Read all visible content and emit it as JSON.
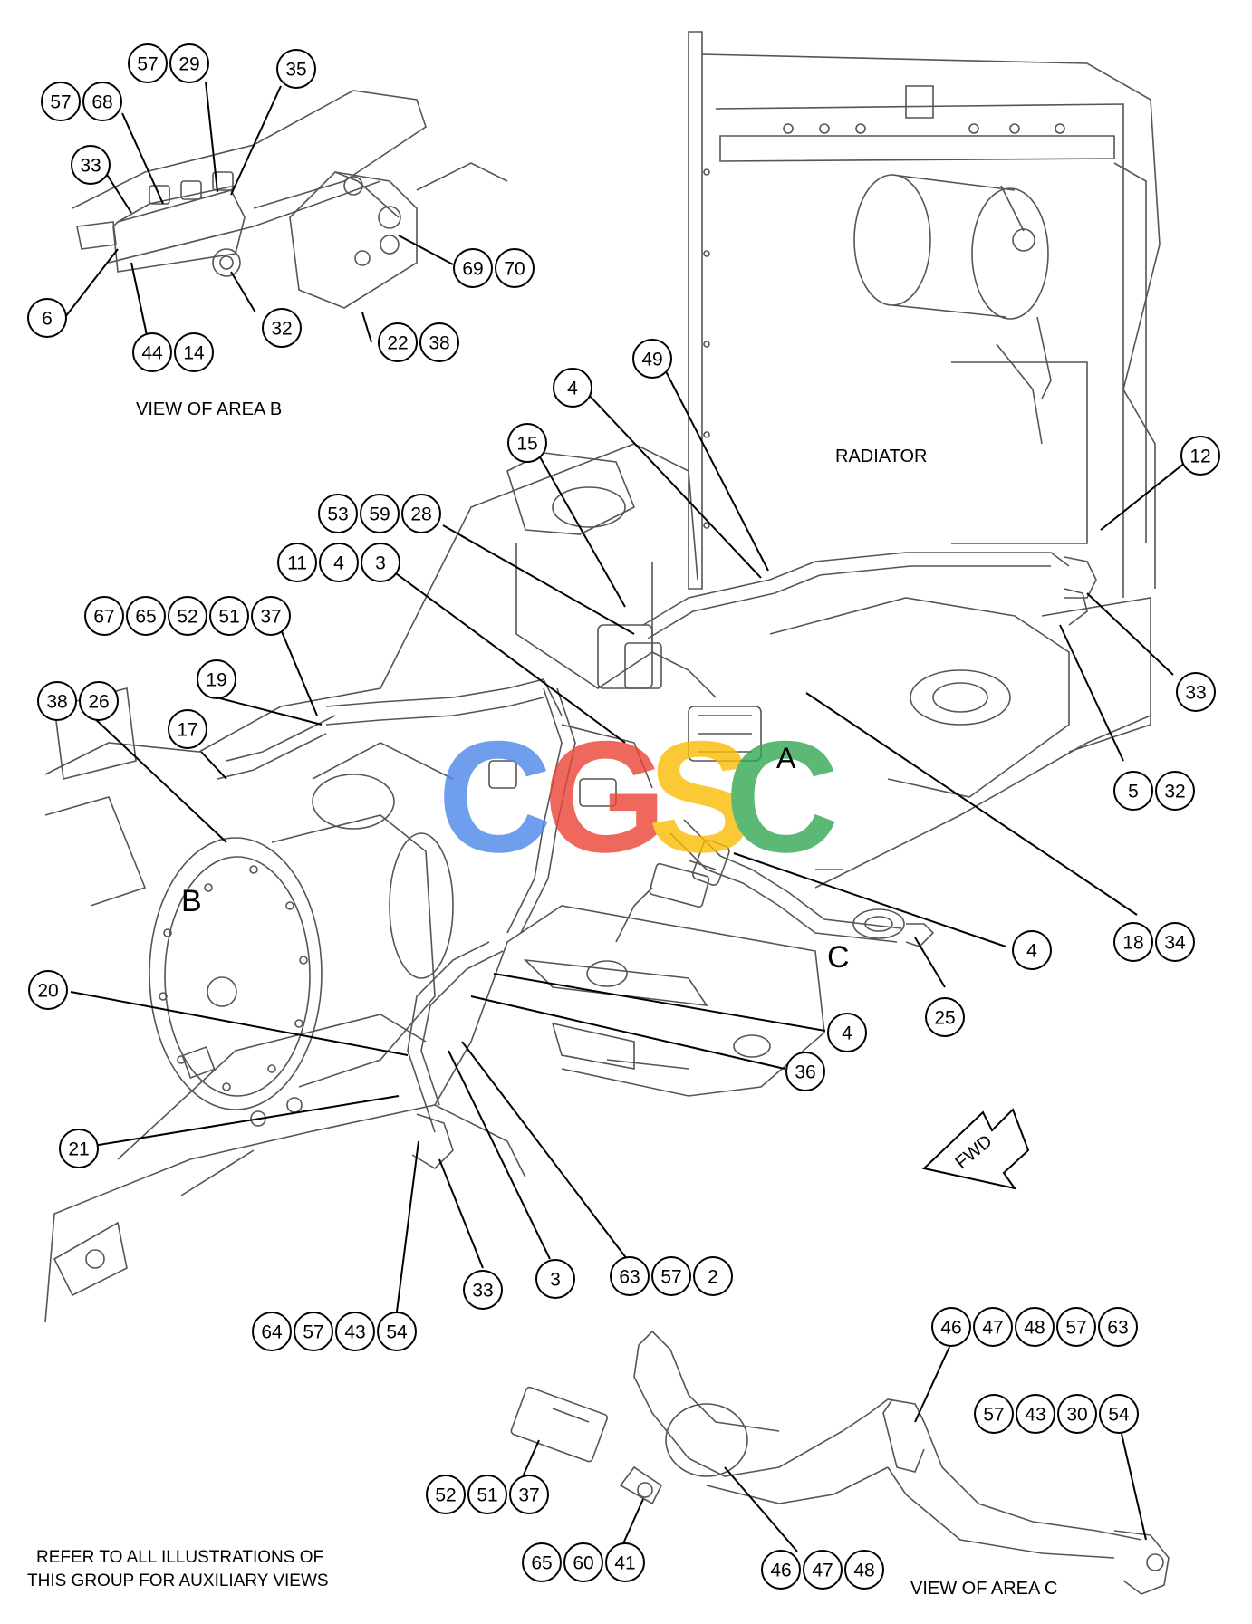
{
  "labels": {
    "view_area_b": "VIEW OF AREA B",
    "radiator": "RADIATOR",
    "area_a": "A",
    "area_b": "B",
    "area_c": "C",
    "fwd": "FWD",
    "refer_line1": "REFER TO ALL ILLUSTRATIONS OF",
    "refer_line2": "THIS GROUP FOR AUXILIARY VIEWS",
    "view_area_c": "VIEW OF AREA C"
  },
  "watermark": {
    "letters": [
      "C",
      "G",
      "S",
      "C"
    ],
    "colors": [
      "#4a86e8",
      "#ea4335",
      "#fbbc05",
      "#34a853"
    ]
  },
  "callouts": {
    "g1": [
      "57",
      "29"
    ],
    "g2": [
      "35"
    ],
    "g3": [
      "57",
      "68"
    ],
    "g4": [
      "33"
    ],
    "g5": [
      "69",
      "70"
    ],
    "g6": [
      "6"
    ],
    "g7": [
      "32"
    ],
    "g8": [
      "44",
      "14"
    ],
    "g9": [
      "22",
      "38"
    ],
    "g10": [
      "49"
    ],
    "g11": [
      "4"
    ],
    "g12": [
      "15"
    ],
    "g13": [
      "12"
    ],
    "g14": [
      "53",
      "59",
      "28"
    ],
    "g15": [
      "11",
      "4",
      "3"
    ],
    "g16": [
      "67",
      "65",
      "52",
      "51",
      "37"
    ],
    "g17": [
      "38",
      "26"
    ],
    "g18": [
      "19"
    ],
    "g19": [
      "17"
    ],
    "g20": [
      "33"
    ],
    "g21": [
      "5",
      "32"
    ],
    "g22": [
      "18",
      "34"
    ],
    "g23": [
      "4"
    ],
    "g24": [
      "25"
    ],
    "g25": [
      "20"
    ],
    "g26": [
      "4"
    ],
    "g27": [
      "36"
    ],
    "g28": [
      "21"
    ],
    "g29": [
      "33"
    ],
    "g30": [
      "3"
    ],
    "g31": [
      "63",
      "57",
      "2"
    ],
    "g32": [
      "64",
      "57",
      "43",
      "54"
    ],
    "g33": [
      "46",
      "47",
      "48",
      "57",
      "63"
    ],
    "g34": [
      "57",
      "43",
      "30",
      "54"
    ],
    "g35": [
      "52",
      "51",
      "37"
    ],
    "g36": [
      "65",
      "60",
      "41"
    ],
    "g37": [
      "46",
      "47",
      "48"
    ]
  }
}
